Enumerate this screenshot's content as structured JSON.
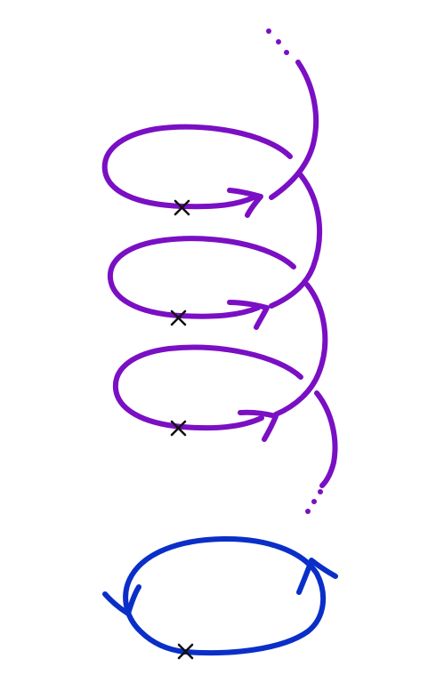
{
  "diagram": {
    "description_kind": "helix-and-loop-sketch",
    "colors": {
      "helix": "#7a0fc4",
      "loop": "#0a2fc8",
      "marker": "#111111",
      "background": "#ffffff"
    },
    "helix": {
      "turns": 3,
      "continuation_top": "dots",
      "continuation_bottom": "dots",
      "marker_per_turn": "x-mark",
      "arrow_per_turn": "arrowhead"
    },
    "loop": {
      "marker": "x-mark",
      "arrowheads": 2
    }
  }
}
